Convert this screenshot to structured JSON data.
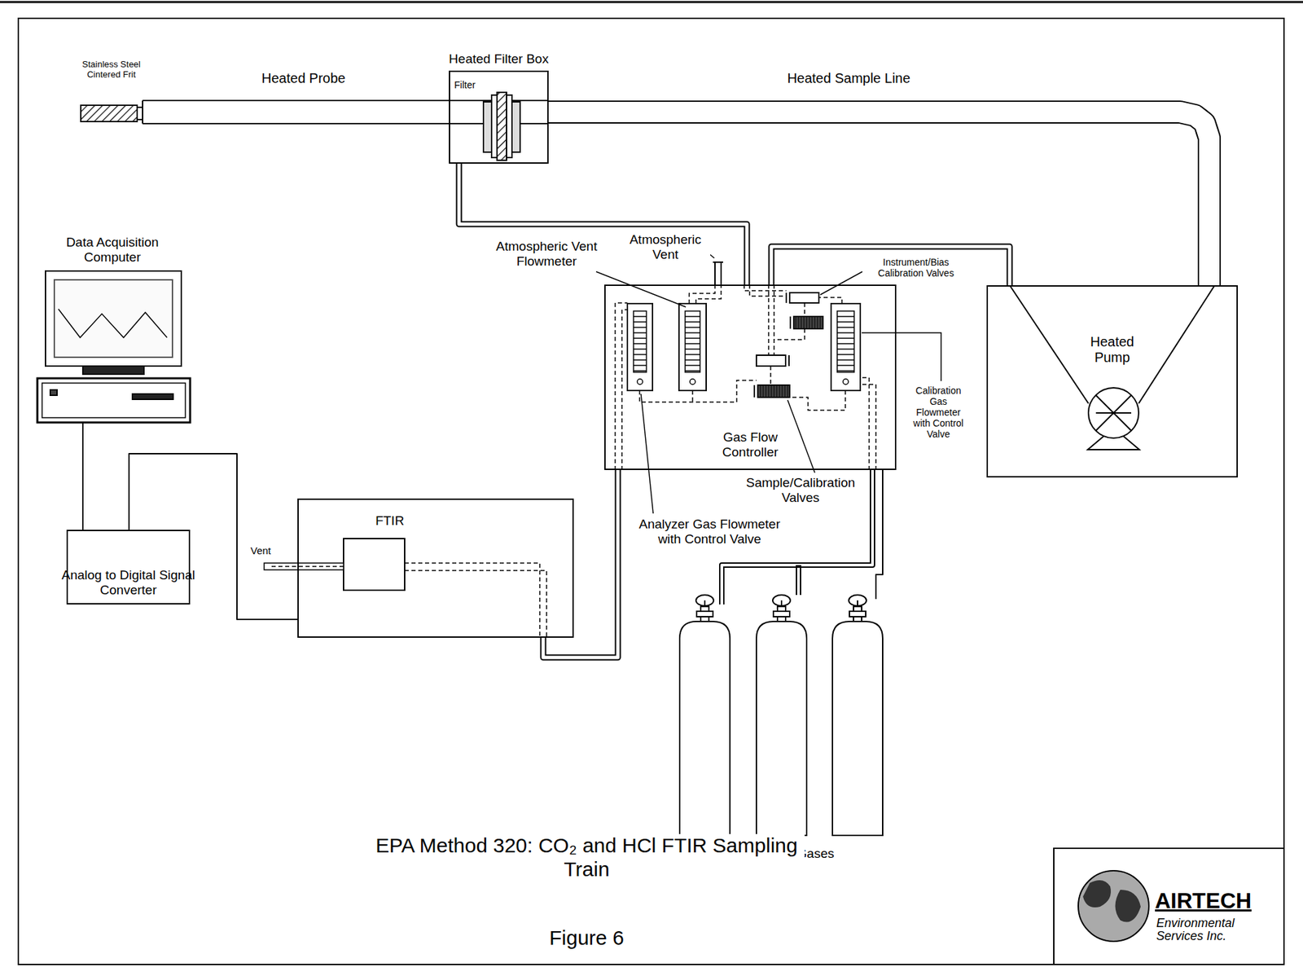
{
  "diagram": {
    "title": "EPA Method 320: CO₂ and HCl FTIR Sampling Train",
    "caption": "Figure 6",
    "nodes": [
      {
        "text": [
          "Heated Filter Box"
        ]
      },
      {
        "text": [
          "Data Acquisition Computer"
        ]
      },
      {
        "text": [
          "Gas Flow Controller"
        ]
      },
      {
        "text": [
          "Heated Pump"
        ]
      },
      {
        "text": [
          "FTIR"
        ]
      },
      {
        "text": [
          "Analog to Digital Signal Converter"
        ]
      }
    ],
    "edges": [
      {
        "from": 0,
        "to": 3,
        "arrow": "none"
      },
      {
        "from": 3,
        "to": 2,
        "arrow": "none"
      },
      {
        "from": 0,
        "to": 2,
        "arrow": "none"
      },
      {
        "from": 2,
        "to": 4,
        "arrow": "none"
      },
      {
        "from": 5,
        "to": 4,
        "arrow": "none"
      },
      {
        "from": 1,
        "to": 5,
        "arrow": "none"
      }
    ],
    "labels": [
      "Stainless Steel Cintered Frit",
      "Heated Probe",
      "Filter",
      "Heated Sample Line",
      "Atmospheric Vent Flowmeter",
      "Atmospheric Vent",
      "Instrument/Bias Calibration Valves",
      "Calibration Gas Flowmeter with Control Valve",
      "Sample/Calibration Valves",
      "Analyzer Gas Flowmeter with Control Valve",
      "Vent",
      "Calibration Gases",
      "AIRTECH",
      "Environmental Services Inc."
    ]
  }
}
